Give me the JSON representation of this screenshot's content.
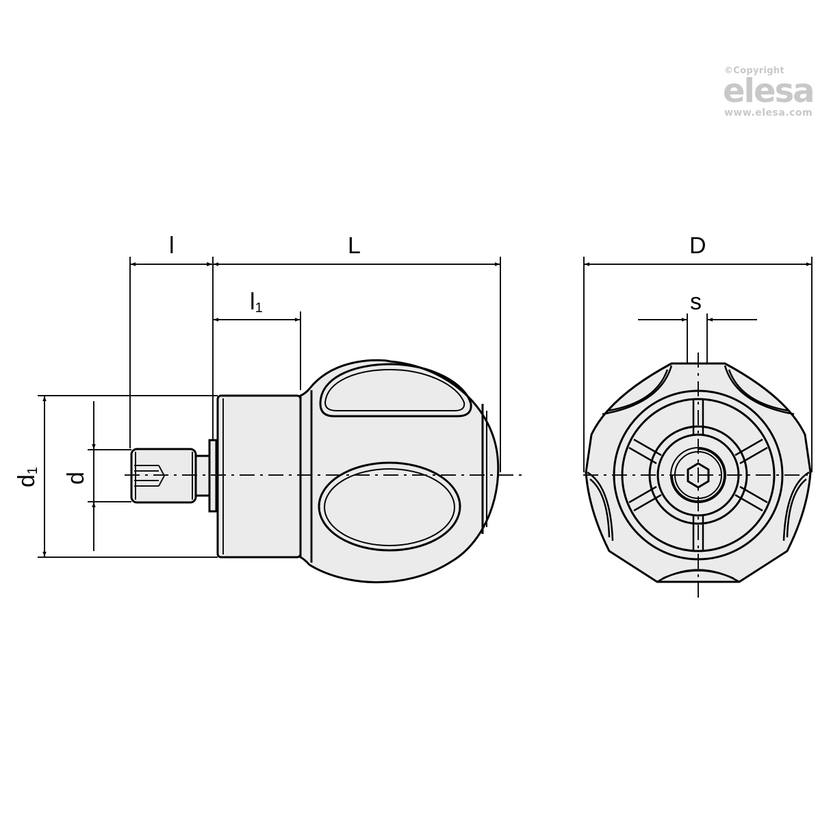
{
  "watermark": {
    "copyright": "©Copyright",
    "brand": "elesa",
    "url": "www.elesa.com",
    "color": "#c8c8c8"
  },
  "drawing": {
    "title": "Ball knob with threaded stud – side view and end view",
    "fill_color": "#ebebeb",
    "line_color": "#000000",
    "side_view": {
      "dimensions": {
        "l": "l",
        "L": "L",
        "l1": {
          "base": "l",
          "sub": "1"
        },
        "d1": {
          "base": "d",
          "sub": "1"
        },
        "d": "d"
      }
    },
    "end_view": {
      "dimensions": {
        "D": "D",
        "s": "s"
      }
    }
  }
}
